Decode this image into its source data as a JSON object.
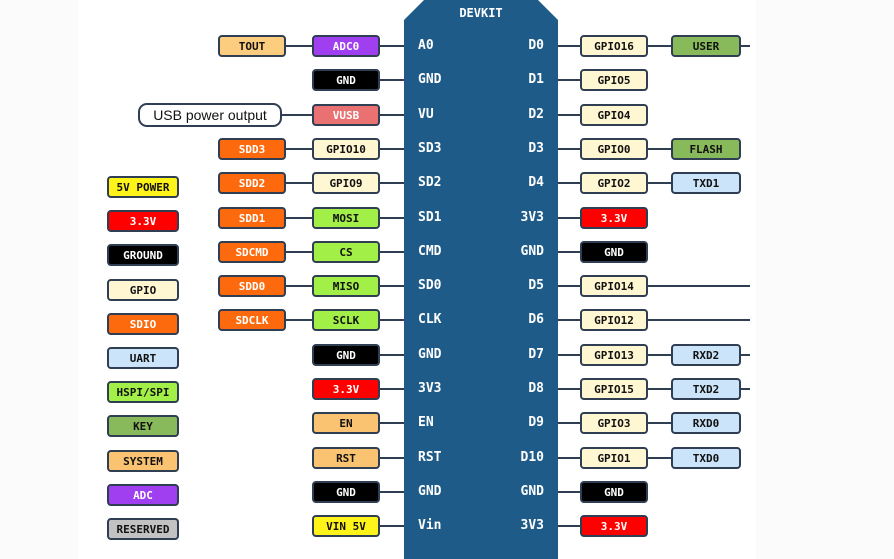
{
  "board": {
    "title": "DEVKIT"
  },
  "colors": {
    "tout": "#fccd7e",
    "gnd": "#000000",
    "vusb": "#e97171",
    "sdio": "#fd6a0e",
    "gpio": "#fff7d1",
    "spi": "#a2ef47",
    "p33": "#ff0000",
    "system": "#f9c371",
    "vin": "#fff41a",
    "adc": "#9f3ff0",
    "uart": "#cbe4f9",
    "key": "#88b95a",
    "reserved": "#c2c2c2",
    "usb_note": "#ffffff"
  },
  "rows": [
    {
      "left_pin": "A0",
      "right_pin": "D0",
      "left": [
        {
          "text": "TOUT",
          "c": "tout"
        },
        {
          "text": "ADC0",
          "c": "adc"
        }
      ],
      "right": [
        {
          "text": "GPIO16",
          "c": "gpio"
        },
        {
          "text": "USER",
          "c": "key"
        }
      ],
      "right_line": true
    },
    {
      "left_pin": "GND",
      "right_pin": "D1",
      "left": [
        {
          "text": "GND",
          "c": "gnd"
        }
      ],
      "right": [
        {
          "text": "GPIO5",
          "c": "gpio"
        }
      ]
    },
    {
      "left_pin": "VU",
      "right_pin": "D2",
      "left": [
        {
          "text": "USB power output",
          "c": "usb_note",
          "note": true
        },
        {
          "text": "VUSB",
          "c": "vusb"
        }
      ],
      "right": [
        {
          "text": "GPIO4",
          "c": "gpio"
        }
      ]
    },
    {
      "left_pin": "SD3",
      "right_pin": "D3",
      "left": [
        {
          "text": "SDD3",
          "c": "sdio"
        },
        {
          "text": "GPIO10",
          "c": "gpio"
        }
      ],
      "right": [
        {
          "text": "GPIO0",
          "c": "gpio"
        },
        {
          "text": "FLASH",
          "c": "key"
        }
      ]
    },
    {
      "left_pin": "SD2",
      "right_pin": "D4",
      "left": [
        {
          "text": "SDD2",
          "c": "sdio"
        },
        {
          "text": "GPIO9",
          "c": "gpio"
        }
      ],
      "right": [
        {
          "text": "GPIO2",
          "c": "gpio"
        },
        {
          "text": "TXD1",
          "c": "uart"
        }
      ]
    },
    {
      "left_pin": "SD1",
      "right_pin": "3V3",
      "left": [
        {
          "text": "SDD1",
          "c": "sdio"
        },
        {
          "text": "MOSI",
          "c": "spi"
        }
      ],
      "right": [
        {
          "text": "3.3V",
          "c": "p33"
        }
      ]
    },
    {
      "left_pin": "CMD",
      "right_pin": "GND",
      "left": [
        {
          "text": "SDCMD",
          "c": "sdio"
        },
        {
          "text": "CS",
          "c": "spi"
        }
      ],
      "right": [
        {
          "text": "GND",
          "c": "gnd"
        }
      ]
    },
    {
      "left_pin": "SD0",
      "right_pin": "D5",
      "left": [
        {
          "text": "SDD0",
          "c": "sdio"
        },
        {
          "text": "MISO",
          "c": "spi"
        }
      ],
      "right": [
        {
          "text": "GPIO14",
          "c": "gpio"
        }
      ],
      "right_line": true
    },
    {
      "left_pin": "CLK",
      "right_pin": "D6",
      "left": [
        {
          "text": "SDCLK",
          "c": "sdio"
        },
        {
          "text": "SCLK",
          "c": "spi"
        }
      ],
      "right": [
        {
          "text": "GPIO12",
          "c": "gpio"
        }
      ],
      "right_line": true
    },
    {
      "left_pin": "GND",
      "right_pin": "D7",
      "left": [
        {
          "text": "GND",
          "c": "gnd"
        }
      ],
      "right": [
        {
          "text": "GPIO13",
          "c": "gpio"
        },
        {
          "text": "RXD2",
          "c": "uart"
        }
      ],
      "right_line": true
    },
    {
      "left_pin": "3V3",
      "right_pin": "D8",
      "left": [
        {
          "text": "3.3V",
          "c": "p33"
        }
      ],
      "right": [
        {
          "text": "GPIO15",
          "c": "gpio"
        },
        {
          "text": "TXD2",
          "c": "uart"
        }
      ],
      "right_line": true
    },
    {
      "left_pin": "EN",
      "right_pin": "D9",
      "left": [
        {
          "text": "EN",
          "c": "system"
        }
      ],
      "right": [
        {
          "text": "GPIO3",
          "c": "gpio"
        },
        {
          "text": "RXD0",
          "c": "uart"
        }
      ]
    },
    {
      "left_pin": "RST",
      "right_pin": "D10",
      "left": [
        {
          "text": "RST",
          "c": "system"
        }
      ],
      "right": [
        {
          "text": "GPIO1",
          "c": "gpio"
        },
        {
          "text": "TXD0",
          "c": "uart"
        }
      ]
    },
    {
      "left_pin": "GND",
      "right_pin": "GND",
      "left": [
        {
          "text": "GND",
          "c": "gnd"
        }
      ],
      "right": [
        {
          "text": "GND",
          "c": "gnd"
        }
      ]
    },
    {
      "left_pin": "Vin",
      "right_pin": "3V3",
      "left": [
        {
          "text": "VIN 5V",
          "c": "vin"
        }
      ],
      "right": [
        {
          "text": "3.3V",
          "c": "p33"
        }
      ]
    }
  ],
  "legend": [
    {
      "text": "5V POWER",
      "c": "vin"
    },
    {
      "text": "3.3V",
      "c": "p33"
    },
    {
      "text": "GROUND",
      "c": "gnd"
    },
    {
      "text": "GPIO",
      "c": "gpio"
    },
    {
      "text": "SDIO",
      "c": "sdio"
    },
    {
      "text": "UART",
      "c": "uart"
    },
    {
      "text": "HSPI/SPI",
      "c": "spi"
    },
    {
      "text": "KEY",
      "c": "key"
    },
    {
      "text": "SYSTEM",
      "c": "system"
    },
    {
      "text": "ADC",
      "c": "adc"
    },
    {
      "text": "RESERVED",
      "c": "reserved"
    }
  ]
}
